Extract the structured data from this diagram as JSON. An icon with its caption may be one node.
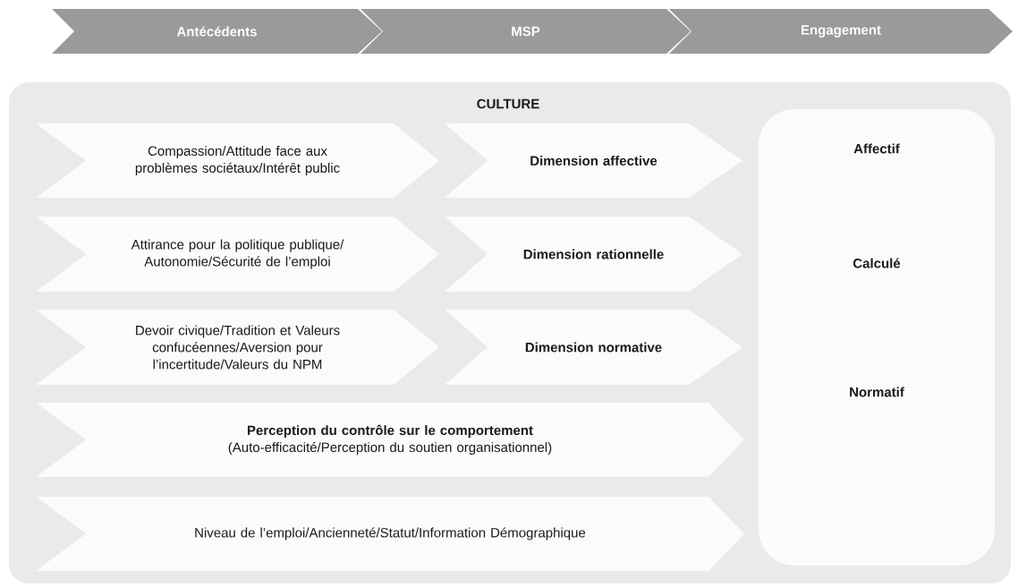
{
  "diagram": {
    "nodes": [
      {
        "text": [
          "Antécédents"
        ]
      },
      {
        "text": [
          "MSP"
        ]
      },
      {
        "text": [
          "Engagement"
        ]
      },
      {
        "text": [
          "CULTURE"
        ]
      },
      {
        "text": [
          "Compassion/Attitude face aux problèmes sociétaux/Intérêt public"
        ],
        "in": 3
      },
      {
        "text": [
          "Dimension affective"
        ],
        "in": 3
      },
      {
        "text": [
          "Attirance pour la politique publique/ Autonomie/Sécurité de l’emploi"
        ],
        "in": 3
      },
      {
        "text": [
          "Dimension rationnelle"
        ],
        "in": 3
      },
      {
        "text": [
          "Devoir civique/Tradition et Valeurs confucéennes/Aversion pour l’incertitude/Valeurs du NPM"
        ],
        "in": 3
      },
      {
        "text": [
          "Dimension normative"
        ],
        "in": 3
      },
      {
        "text": [
          "Perception du contrôle sur le comportement",
          "(Auto-efficacité/Perception du soutien organisationnel)"
        ],
        "in": 3
      },
      {
        "text": [
          "Niveau de l’emploi/Ancienneté/Statut/Information Démographique"
        ],
        "in": 3
      },
      {
        "text": [
          "Affectif",
          "Calculé",
          "Normatif"
        ],
        "in": 3
      }
    ]
  }
}
